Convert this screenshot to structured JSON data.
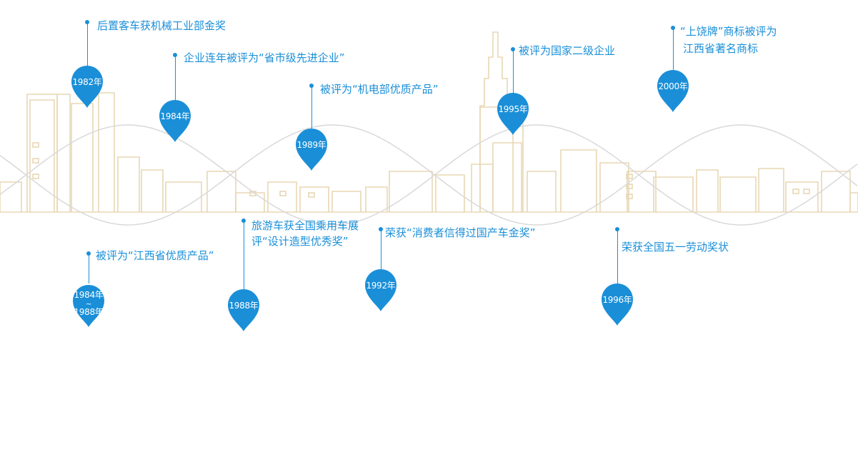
{
  "colors": {
    "accent": "#1a8fd8",
    "skyline": "#e8d7b4",
    "wave": "#d9d9d9"
  },
  "events": [
    {
      "id": "1982",
      "year": "1982年",
      "desc": [
        "后置客车获机械工业部金奖"
      ],
      "placement": "above"
    },
    {
      "id": "1984",
      "year": "1984年",
      "desc": [
        "企业连年被评为“省市级先进企业”"
      ],
      "placement": "above"
    },
    {
      "id": "1989",
      "year": "1989年",
      "desc": [
        "被评为“机电部优质产品”"
      ],
      "placement": "above"
    },
    {
      "id": "1995",
      "year": "1995年",
      "desc": [
        "被评为国家二级企业"
      ],
      "placement": "above"
    },
    {
      "id": "2000",
      "year": "2000年",
      "desc": [
        "“上饶牌”商标被评为",
        "江西省著名商标"
      ],
      "placement": "above"
    },
    {
      "id": "1984-1988",
      "year": "1984年",
      "year_sep": "~",
      "year_end": "1988年",
      "desc": [
        "被评为“江西省优质产品”"
      ],
      "placement": "below"
    },
    {
      "id": "1988",
      "year": "1988年",
      "desc": [
        "旅游车获全国乘用车展",
        "评“设计造型优秀奖”"
      ],
      "placement": "below"
    },
    {
      "id": "1992",
      "year": "1992年",
      "desc": [
        "荣获“消费者信得过国产车金奖”"
      ],
      "placement": "below"
    },
    {
      "id": "1996",
      "year": "1996年",
      "desc": [
        "荣获全国五一劳动奖状"
      ],
      "placement": "below"
    }
  ]
}
